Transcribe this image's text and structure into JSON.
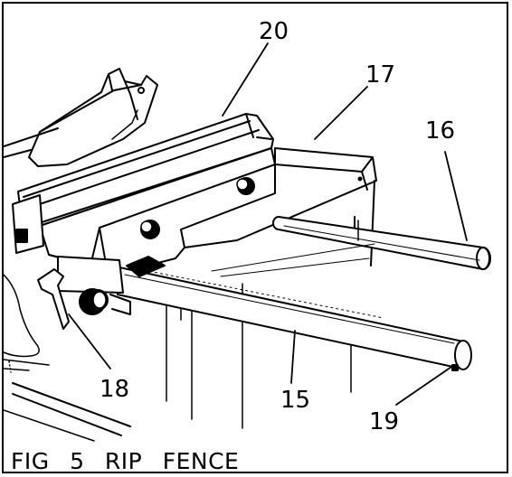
{
  "diagram": {
    "caption": "FIG 5   RIP   FENCE",
    "callouts": [
      {
        "id": "20",
        "label": "20"
      },
      {
        "id": "17",
        "label": "17"
      },
      {
        "id": "16",
        "label": "16"
      },
      {
        "id": "18",
        "label": "18"
      },
      {
        "id": "15",
        "label": "15"
      },
      {
        "id": "19",
        "label": "19"
      }
    ]
  },
  "colors": {
    "ink": "#000000",
    "paper": "#ffffff"
  }
}
